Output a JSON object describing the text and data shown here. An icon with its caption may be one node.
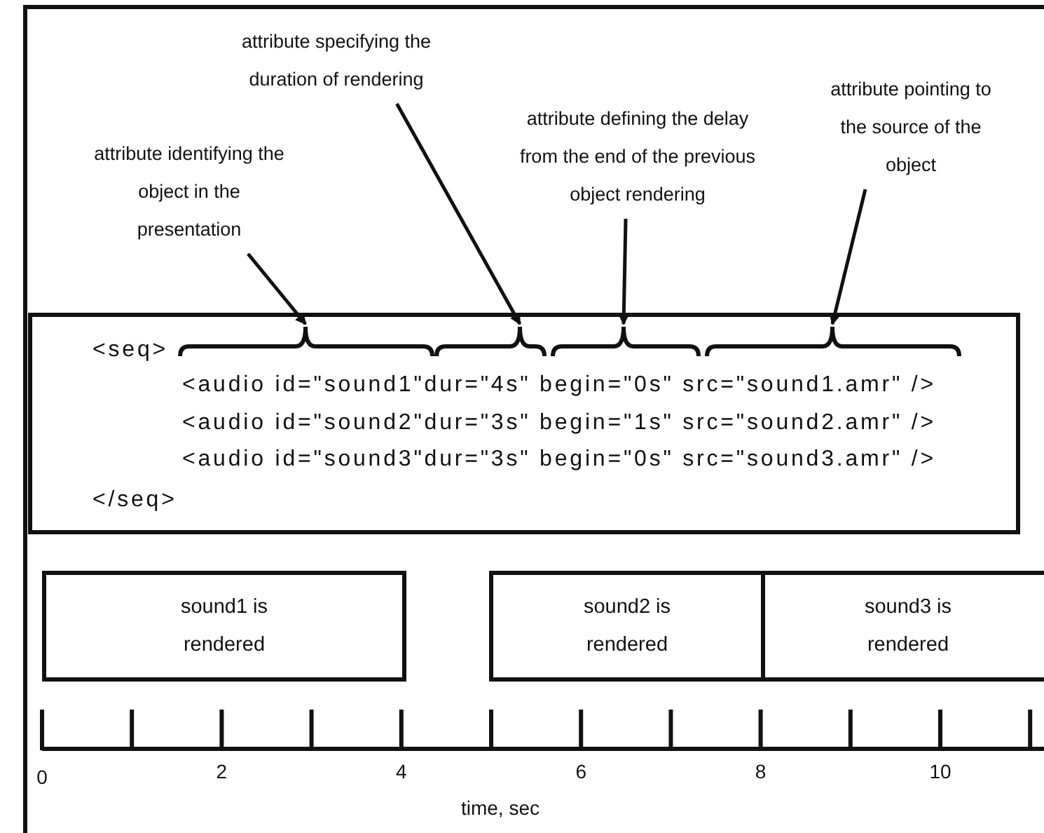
{
  "diagram": {
    "nodes": [
      {
        "text": [
          "attribute identifying the object in the presentation"
        ]
      },
      {
        "text": [
          "attribute specifying the duration of rendering"
        ]
      },
      {
        "text": [
          "attribute defining the delay from the end of the previous object rendering"
        ]
      },
      {
        "text": [
          "attribute pointing to the source of the object"
        ]
      },
      {
        "text": [
          "<seq>",
          "<audio id=\"sound1\"dur=\"4s\" begin=\"0s\" src=\"sound1.amr\" />",
          "<audio id=\"sound2\"dur=\"3s\" begin=\"1s\" src=\"sound2.amr\" />",
          "<audio id=\"sound3\"dur=\"3s\" begin=\"0s\" src=\"sound3.amr\" />",
          "</seq>"
        ]
      },
      {
        "text": [],
        "shape": "brace",
        "in": 4
      },
      {
        "text": [],
        "shape": "brace",
        "in": 4
      },
      {
        "text": [],
        "shape": "brace",
        "in": 4
      },
      {
        "text": [],
        "shape": "brace",
        "in": 4
      },
      {
        "text": [
          "sound1 is rendered"
        ]
      },
      {
        "text": [
          "sound2 is rendered"
        ]
      },
      {
        "text": [
          "sound3 is rendered"
        ]
      }
    ],
    "edges": [
      {
        "from": 0,
        "to": 5,
        "arrow": "to"
      },
      {
        "from": 1,
        "to": 6,
        "arrow": "to"
      },
      {
        "from": 2,
        "to": 7,
        "arrow": "to"
      },
      {
        "from": 3,
        "to": 8,
        "arrow": "to"
      }
    ],
    "labels": [
      "0",
      "2",
      "4",
      "6",
      "8",
      "10",
      "time, sec"
    ]
  }
}
